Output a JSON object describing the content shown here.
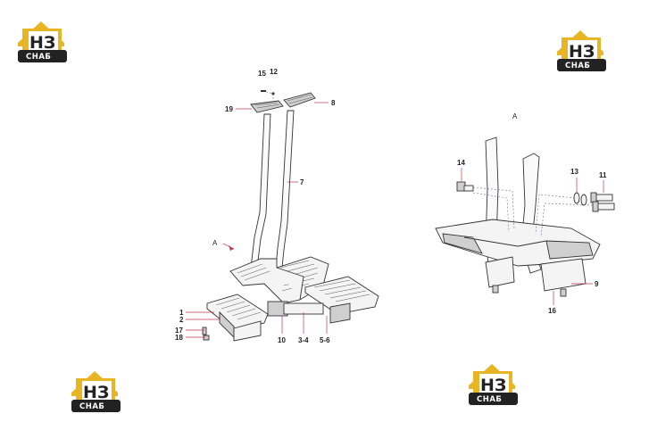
{
  "logo": {
    "mark_text": "НЗ",
    "sub_text": "СНАБ",
    "colors": {
      "gold": "#e8b625",
      "dark": "#222222",
      "text": "#ffffff"
    }
  },
  "diagram": {
    "view_labels": {
      "main_arrow": "A",
      "detail_title": "A"
    },
    "callouts": {
      "c1": "1",
      "c2": "2",
      "c17": "17",
      "c18": "18",
      "c19": "19",
      "c15": "15",
      "c12": "12",
      "c8": "8",
      "c7": "7",
      "c10": "10",
      "c34": "3-4",
      "c56": "5-6",
      "c14": "14",
      "c13": "13",
      "c11": "11",
      "c9": "9",
      "c16": "16"
    },
    "leader_color": "#c03a55"
  }
}
